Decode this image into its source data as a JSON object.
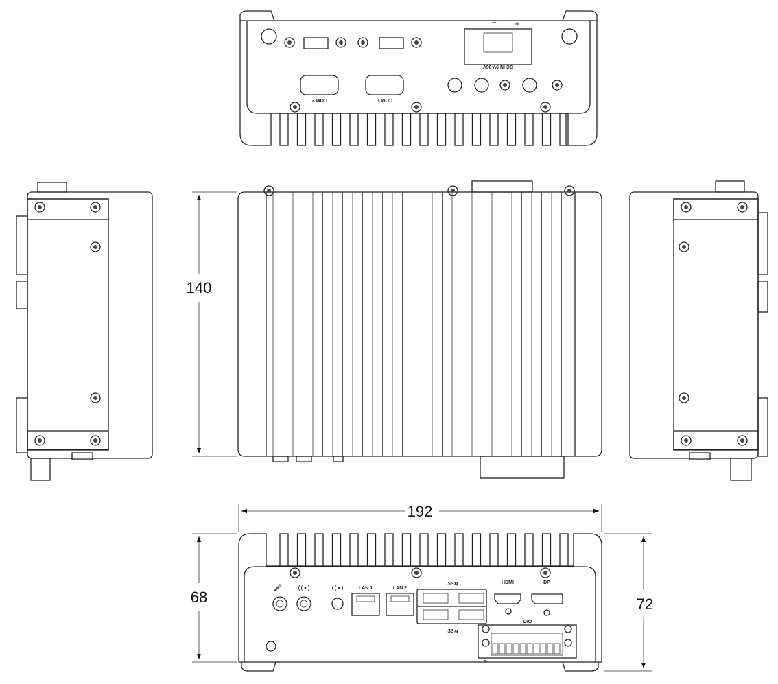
{
  "dimensions": {
    "width": "192",
    "height_side": "140",
    "height_front": "68",
    "height_total": "72"
  },
  "top_view": {
    "com1": "COM 1",
    "com2": "COM 2",
    "dc_in": "DC IN 9V-36V",
    "minus": "−",
    "plus": "+"
  },
  "bottom_view": {
    "lan1": "LAN 1",
    "lan2": "LAN 2",
    "hdmi": "HDMI",
    "dp": "DP",
    "dio": "DIO",
    "dio_pin1": "1",
    "usb_top": "SS⇆",
    "usb_bottom": "SS⇆"
  }
}
